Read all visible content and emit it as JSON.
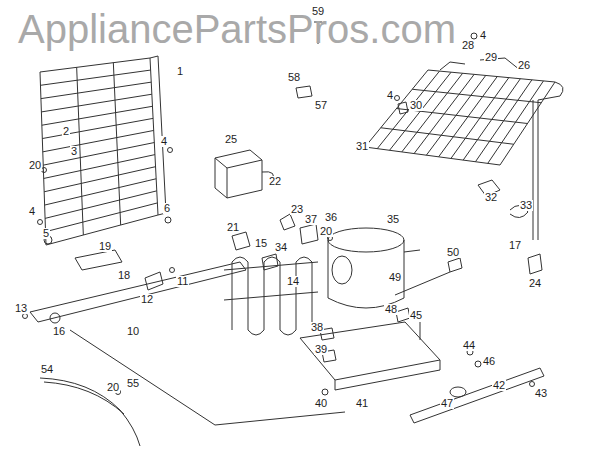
{
  "diagram": {
    "labels": [
      "AppliancePartsPros.com",
      "59",
      "4",
      "28",
      "29",
      "26",
      "58",
      "57",
      "4",
      "30",
      "1",
      "2",
      "3",
      "20",
      "4",
      "31",
      "25",
      "22",
      "32",
      "33",
      "21",
      "23",
      "37",
      "36",
      "20",
      "35",
      "4",
      "5",
      "6",
      "17",
      "24",
      "19",
      "18",
      "15",
      "14",
      "34",
      "12",
      "11",
      "49",
      "50",
      "48",
      "45",
      "38",
      "39",
      "13",
      "16",
      "10",
      "44",
      "46",
      "42",
      "43",
      "47",
      "40",
      "41",
      "54",
      "20",
      "55"
    ]
  }
}
